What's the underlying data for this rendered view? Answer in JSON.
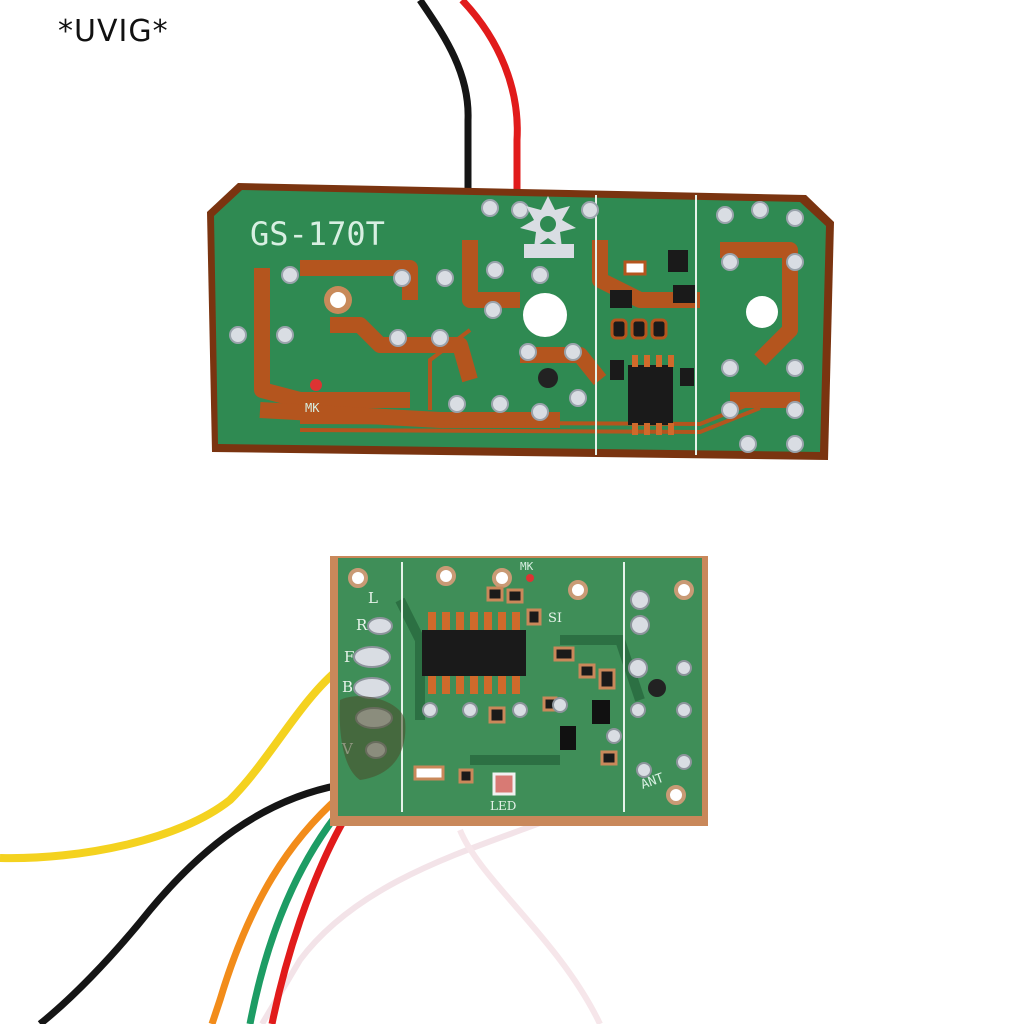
{
  "watermark": "*UVIG*",
  "colors": {
    "background": "#ffffff",
    "pcb_green": "#2f8a52",
    "pcb_dark": "#7a3410",
    "copper": "#b4551e",
    "solder": "#d9dde3",
    "wire_red": "#e11b1b",
    "wire_black": "#151515",
    "wire_yellow": "#f4d21f",
    "wire_green": "#1d9c64",
    "wire_orange": "#f28c1a",
    "wire_white": "#f6e6ea"
  },
  "transmitter_board": {
    "model_label": "GS-170T",
    "mic_label": "MK"
  },
  "receiver_board": {
    "mic_label": "MK",
    "pad_labels": [
      "L",
      "R",
      "F",
      "B",
      "V"
    ],
    "si_label": "SI",
    "led_label": "LED",
    "antenna_label": "ANT"
  }
}
